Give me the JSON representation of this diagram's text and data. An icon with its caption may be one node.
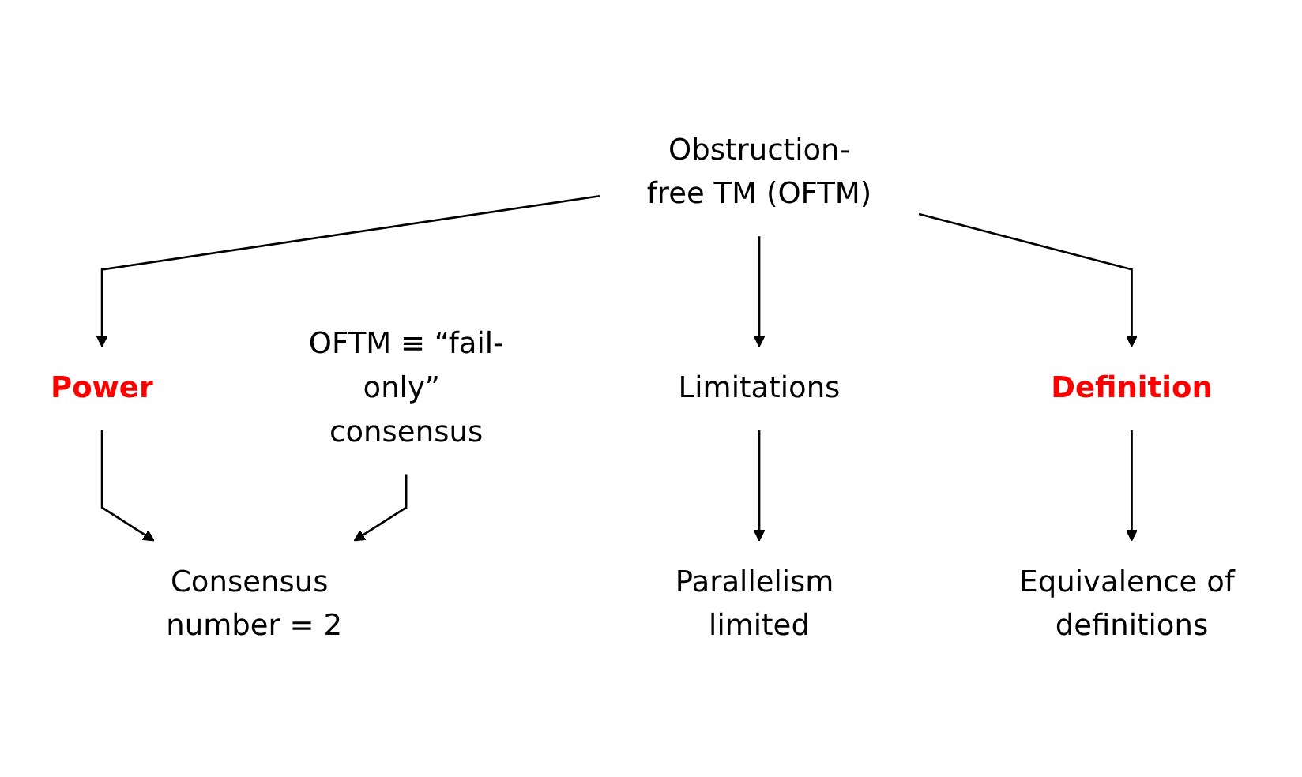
{
  "diagram": {
    "nodes": [
      {
        "text": [
          "Obstruction-free TM (OFTM)"
        ]
      },
      {
        "text": [
          "Power"
        ]
      },
      {
        "text": [
          "Limitations"
        ]
      },
      {
        "text": [
          "Definition"
        ]
      },
      {
        "text": [
          "Consensus number = 2"
        ]
      },
      {
        "text": [
          "Parallelism limited"
        ]
      },
      {
        "text": [
          "Equivalence of definitions"
        ]
      },
      {
        "text": [
          "OFTM ≡ “fail-only” consensus"
        ]
      }
    ],
    "edges": [
      {
        "from": 0,
        "to": 1,
        "arrow": "to"
      },
      {
        "from": 0,
        "to": 2,
        "arrow": "to"
      },
      {
        "from": 0,
        "to": 3,
        "arrow": "to"
      },
      {
        "from": 1,
        "to": 4,
        "arrow": "to"
      },
      {
        "from": 2,
        "to": 5,
        "arrow": "to"
      },
      {
        "from": 3,
        "to": 6,
        "arrow": "to"
      },
      {
        "from": 7,
        "to": 4,
        "arrow": "to"
      }
    ]
  }
}
